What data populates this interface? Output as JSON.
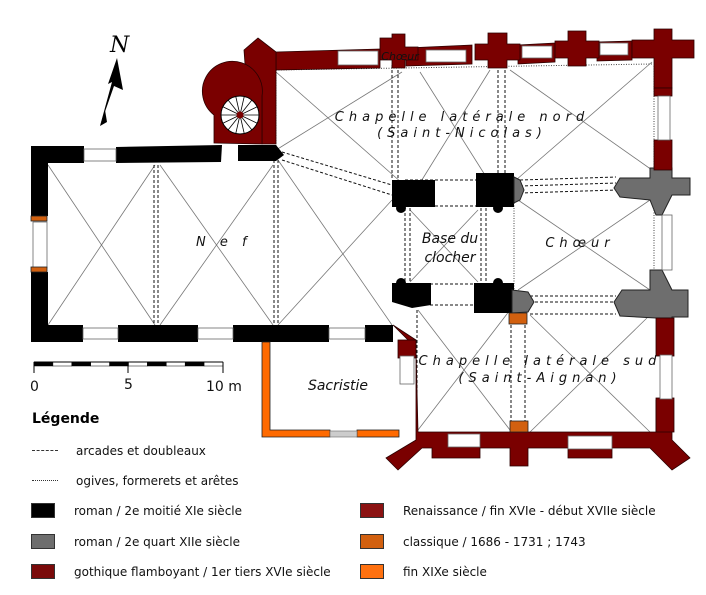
{
  "compass": {
    "label": "N",
    "icon": "north-arrow-icon"
  },
  "rooms": {
    "nef": "N e f",
    "chapelle_nord_line1": "Chapelle latérale nord",
    "chapelle_nord_line2": "(Saint-Nicolas)",
    "base_clocher_line1": "Base du",
    "base_clocher_line2": "clocher",
    "choeur": "Chœur",
    "choeur_small": "Chœur",
    "chapelle_sud_line1": "Chapelle latérale sud",
    "chapelle_sud_line2": "(Saint-Aignan)",
    "sacristie": "Sacristie"
  },
  "scale_bar": {
    "ticks": [
      "0",
      "5",
      "10 m"
    ],
    "max_value_m": 10
  },
  "legend": {
    "title": "Légende",
    "lines": [
      {
        "style": "dashed",
        "label": "arcades et doubleaux"
      },
      {
        "style": "dotted",
        "label": "ogives, formerets et arêtes"
      }
    ],
    "periods": [
      {
        "color": "#000000",
        "label": "roman / 2e moitié XIe siècle"
      },
      {
        "color": "#6e6e6e",
        "label": "roman / 2e quart XIIe siècle"
      },
      {
        "color": "#7a0a0a",
        "label": "gothique flamboyant / 1er tiers XVIe siècle"
      },
      {
        "color": "#8b1212",
        "label": "Renaissance / fin XVIe - début XVIIe siècle"
      },
      {
        "color": "#d2600f",
        "label": "classique / 1686 - 1731 ; 1743"
      },
      {
        "color": "#ff7110",
        "label": "fin XIXe siècle"
      }
    ]
  },
  "colors": {
    "roman_xi": "#000000",
    "roman_xii": "#6e6e6e",
    "gothique": "#7a0000",
    "renaissance": "#8b1212",
    "classique": "#d2600f",
    "xix": "#ff6a00"
  }
}
